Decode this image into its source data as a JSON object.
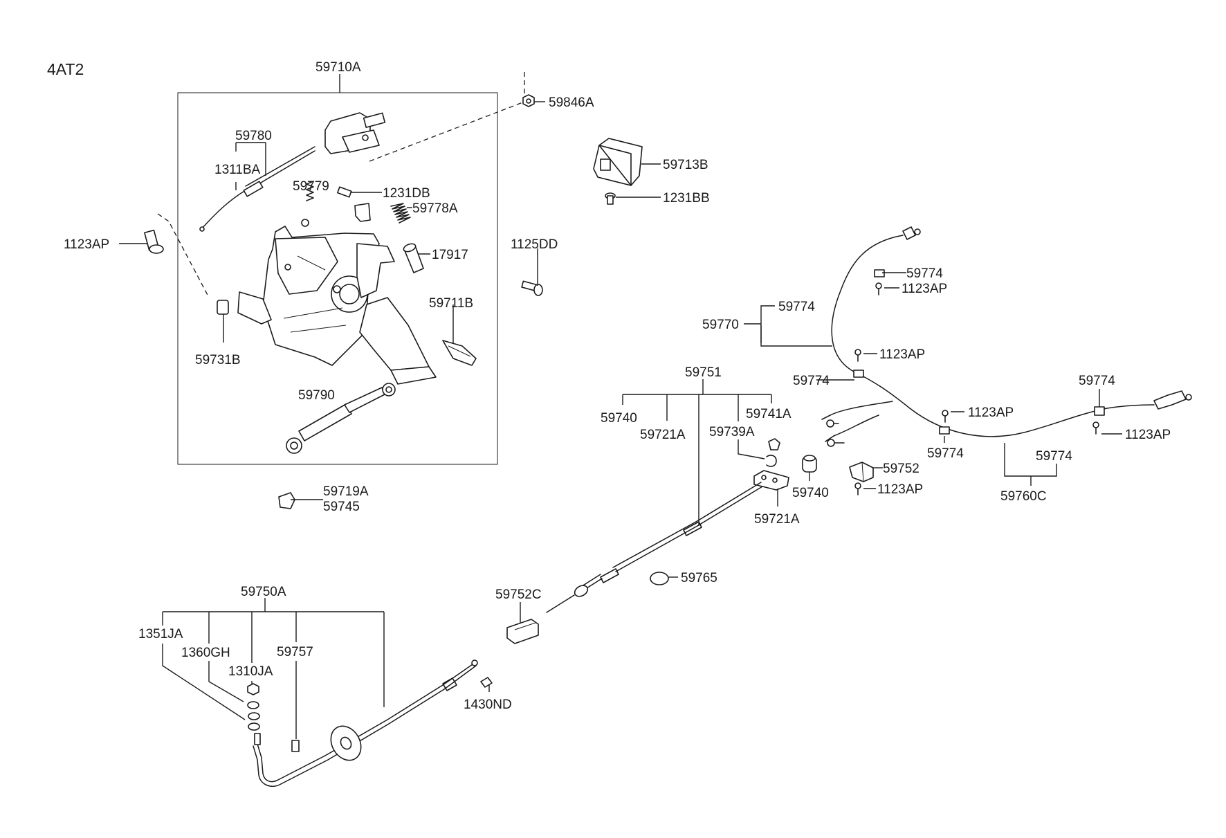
{
  "diagram": {
    "code": "4AT2",
    "labels": {
      "p59710A": "59710A",
      "p59846A": "59846A",
      "p59780": "59780",
      "p1311BA": "1311BA",
      "p59779": "59779",
      "p1231DB": "1231DB",
      "p59778A": "59778A",
      "p1123AP_left": "1123AP",
      "p17917": "17917",
      "p1125DD": "1125DD",
      "p59711B": "59711B",
      "p59731B": "59731B",
      "p59790": "59790",
      "p59719A": "59719A",
      "p59745": "59745",
      "p59713B": "59713B",
      "p1231BB": "1231BB",
      "p59774_top": "59774",
      "p1123AP_top": "1123AP",
      "p59770": "59770",
      "p59774_b": "59774",
      "p1123AP_mid": "1123AP",
      "p59774_c": "59774",
      "p59751": "59751",
      "p59740_a": "59740",
      "p59721A_a": "59721A",
      "p59741A": "59741A",
      "p59739A": "59739A",
      "p1123AP_d": "1123AP",
      "p59774_d": "59774",
      "p1123AP_e": "1123AP",
      "p59774_e": "59774",
      "p59752": "59752",
      "p59740_b": "59740",
      "p1123AP_f": "1123AP",
      "p59774_f": "59774",
      "p59760C": "59760C",
      "p59721A_b": "59721A",
      "p59765": "59765",
      "p59752C": "59752C",
      "p59750A": "59750A",
      "p1351JA": "1351JA",
      "p1360GH": "1360GH",
      "p1310JA": "1310JA",
      "p59757": "59757",
      "p1430ND": "1430ND"
    }
  }
}
